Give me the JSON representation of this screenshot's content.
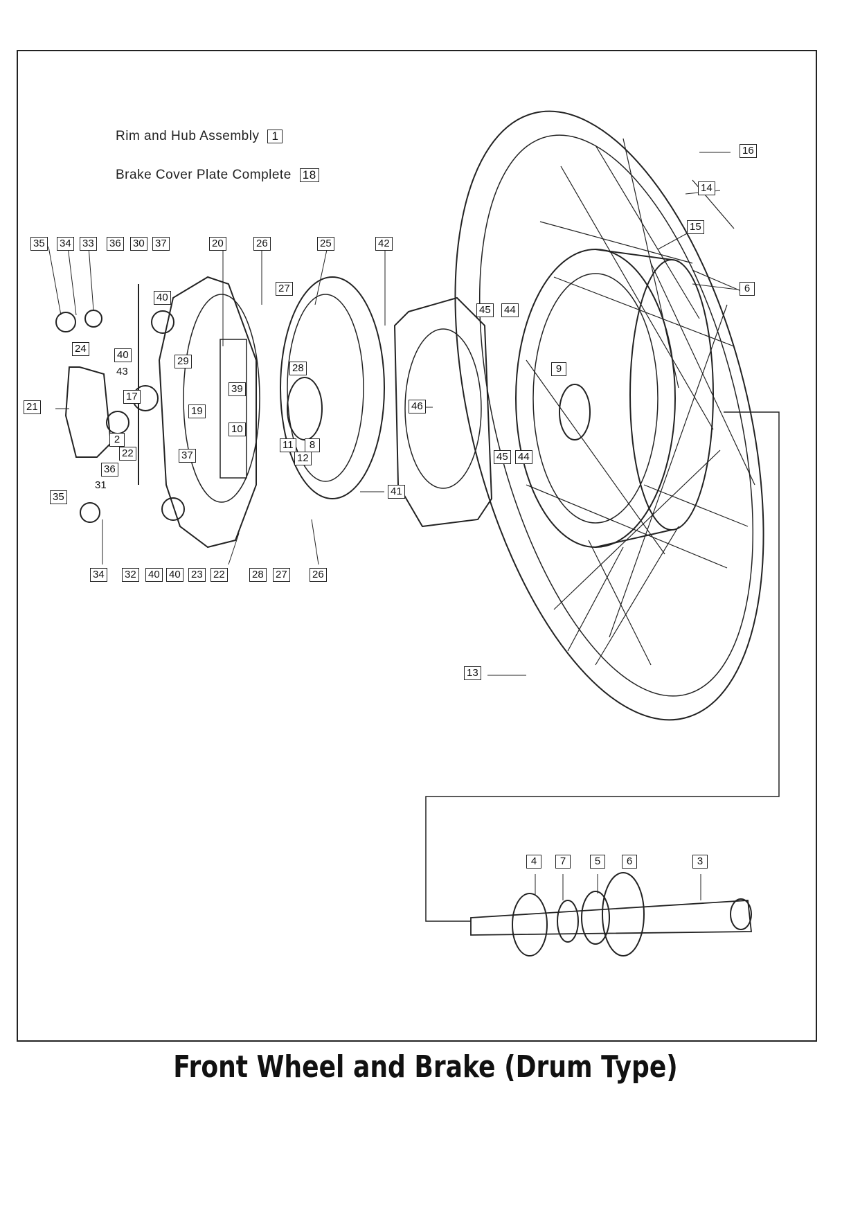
{
  "title": "Front Wheel and Brake (Drum Type)",
  "legend": [
    {
      "text": "Rim and Hub Assembly",
      "ref": "1"
    },
    {
      "text": "Brake Cover Plate Complete",
      "ref": "18"
    }
  ],
  "callouts": [
    "35",
    "34",
    "33",
    "36",
    "30",
    "37",
    "20",
    "26",
    "25",
    "42",
    "40",
    "27",
    "24",
    "43",
    "29",
    "28",
    "39",
    "21",
    "17",
    "19",
    "2",
    "22",
    "10",
    "11",
    "8",
    "12",
    "37",
    "36",
    "35",
    "31",
    "34",
    "32",
    "40",
    "40",
    "23",
    "22",
    "28",
    "27",
    "26",
    "46",
    "45",
    "44",
    "9",
    "45",
    "44",
    "41",
    "16",
    "14",
    "15",
    "6",
    "13",
    "4",
    "7",
    "5",
    "6",
    "3"
  ]
}
